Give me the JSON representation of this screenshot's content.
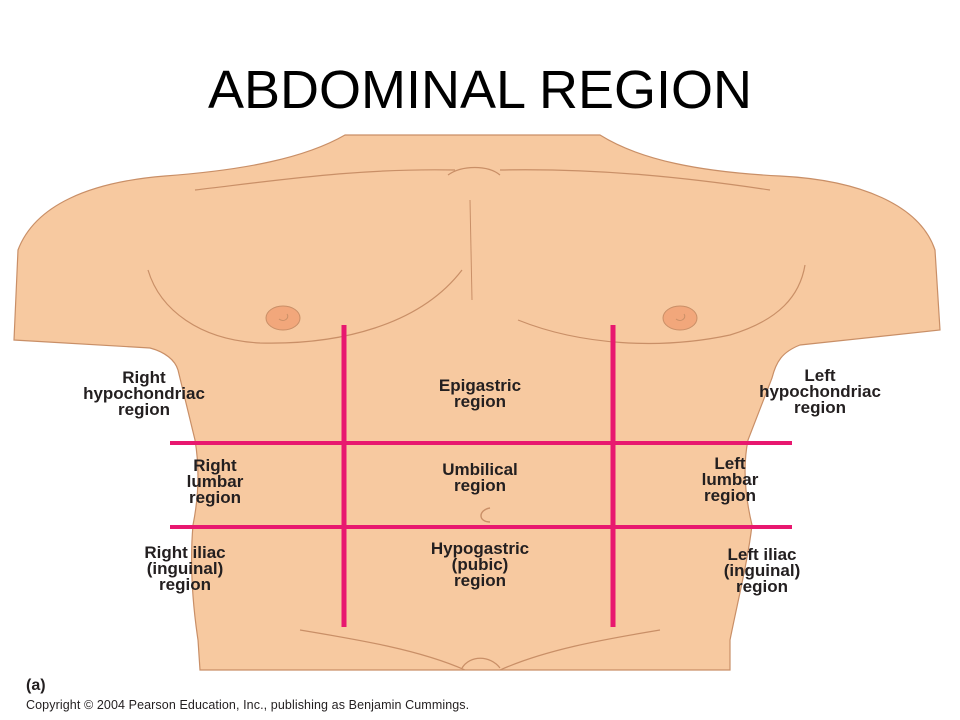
{
  "title": "ABDOMINAL REGION",
  "colors": {
    "skin": "#f7c9a0",
    "skin_outline": "#c98f67",
    "divider": "#e8186f",
    "text": "#231f20"
  },
  "regions": {
    "right_hypochondriac": "Right\nhypochondriac\nregion",
    "epigastric": "Epigastric\nregion",
    "left_hypochondriac": "Left\nhypochondriac\nregion",
    "right_lumbar": "Right\nlumbar\nregion",
    "umbilical": "Umbilical\nregion",
    "left_lumbar": "Left\nlumbar\nregion",
    "right_iliac": "Right iliac\n(inguinal)\nregion",
    "hypogastric": "Hypogastric\n(pubic)\nregion",
    "left_iliac": "Left iliac\n(inguinal)\nregion"
  },
  "panel_label": "(a)",
  "copyright": "Copyright © 2004 Pearson Education, Inc., publishing as Benjamin Cummings."
}
